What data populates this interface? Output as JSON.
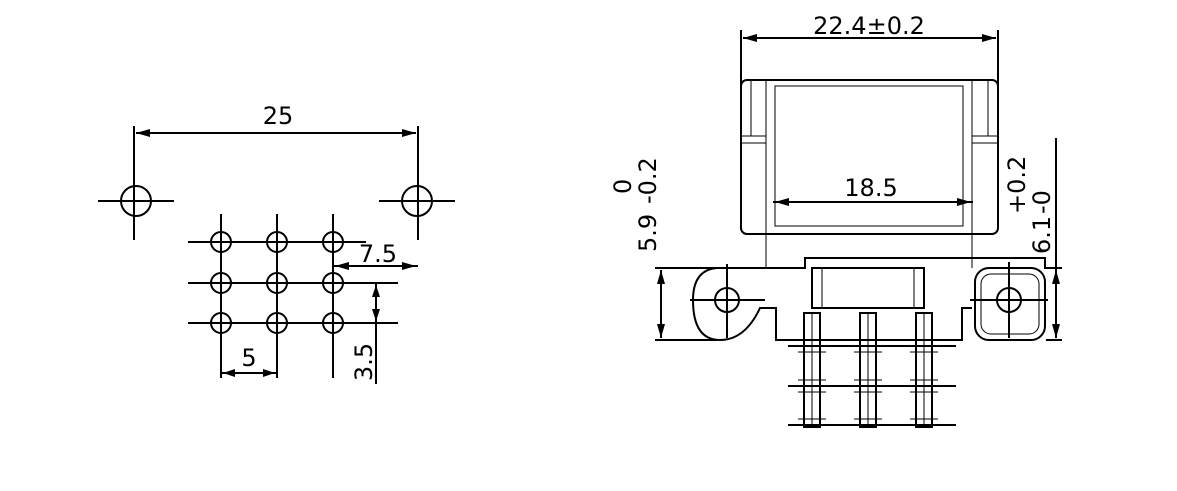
{
  "left_view": {
    "dim_mounting_span": "25",
    "dim_row_offset": "7.5",
    "dim_pin_pitch_x": "5",
    "dim_pin_pitch_y": "3.5"
  },
  "right_view": {
    "dim_width": "22.4±0.2",
    "dim_inner": "18.5",
    "dim_left_height": "5.9",
    "tol_left_upper": "0",
    "tol_left_lower": "-0.2",
    "dim_right_height": "6.1",
    "tol_right_upper": "+0.2",
    "tol_right_lower": "-0"
  }
}
